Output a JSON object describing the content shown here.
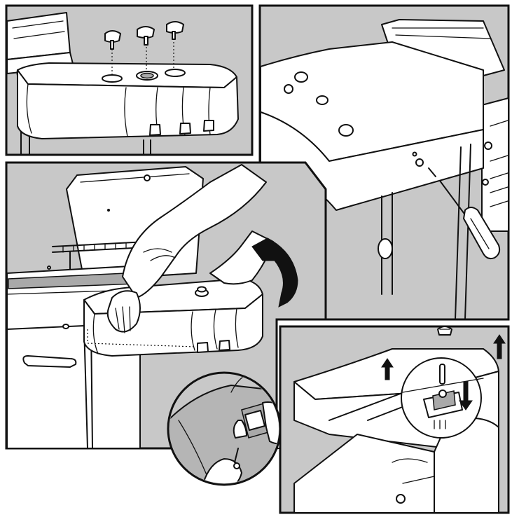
{
  "colors": {
    "panel_background": "#c8c8c8",
    "line": "#111111",
    "part_fill": "#ffffff",
    "arrow": "#111111"
  },
  "panels": [
    {
      "id": "panel-1",
      "depicts": "knobs-insert-into-side-table"
    },
    {
      "id": "panel-2",
      "depicts": "screwdriver-secure-side-table"
    },
    {
      "id": "panel-3",
      "depicts": "lift-side-table-onto-grill"
    },
    {
      "id": "panel-4",
      "depicts": "ignition-module-attach"
    }
  ],
  "icons": [
    "knob-icon",
    "screwdriver-icon",
    "curved-arrow-icon",
    "up-arrow-icon",
    "down-arrow-icon",
    "hand-icon",
    "magnifier-circle-icon"
  ]
}
